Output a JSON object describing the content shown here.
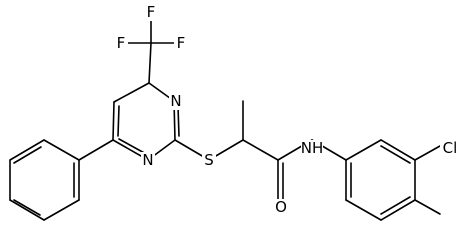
{
  "molecule": {
    "atoms": {
      "F_top": "F",
      "F_left": "F",
      "F_right": "F",
      "N_pyr_upper": "N",
      "N_pyr_lower": "N",
      "S": "S",
      "NH": "NH",
      "O": "O",
      "Cl": "Cl"
    }
  }
}
